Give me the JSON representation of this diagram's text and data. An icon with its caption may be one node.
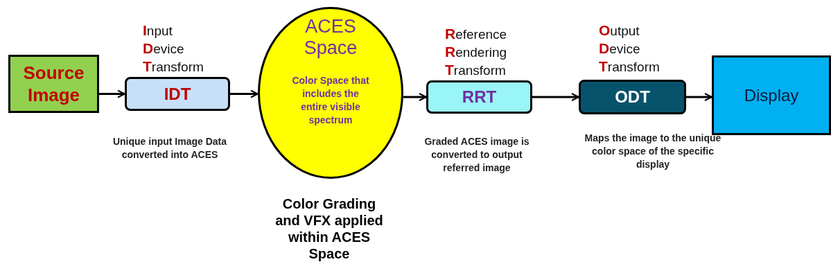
{
  "diagram": {
    "nodes": [
      {
        "text": [
          "Source Image"
        ]
      },
      {
        "text": [
          "Input Device Transform",
          "IDT"
        ]
      },
      {
        "text": [
          "ACES Space",
          "Color Space that includes the entire visible spectrum"
        ],
        "beside": [
          "Color Grading and VFX applied within ACES Space"
        ]
      },
      {
        "text": [
          "Reference Rendering Transform",
          "RRT"
        ]
      },
      {
        "text": [
          "Output Device Transform",
          "ODT"
        ]
      },
      {
        "text": [
          "Display"
        ]
      }
    ],
    "edges": [
      {
        "from": 0,
        "to": 1,
        "arrow": "to"
      },
      {
        "from": 1,
        "to": 2,
        "arrow": "to"
      },
      {
        "from": 2,
        "to": 3,
        "arrow": "to"
      },
      {
        "from": 3,
        "to": 4,
        "arrow": "to"
      },
      {
        "from": 4,
        "to": 5,
        "arrow": "to"
      }
    ],
    "labels": [
      "Unique input Image Data converted into ACES",
      "Graded ACES image is converted to output referred image",
      "Maps the image to the unique color space of the specific display"
    ]
  }
}
